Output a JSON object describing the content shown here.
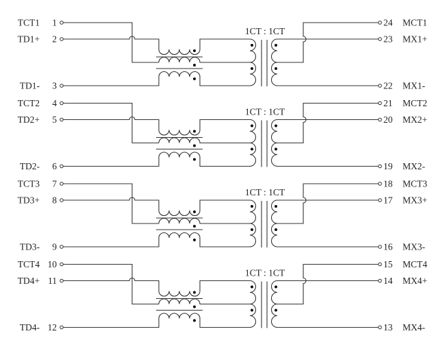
{
  "colors": {
    "line": "#333333",
    "text": "#222222",
    "background": "#ffffff"
  },
  "blocks": [
    {
      "ratio": "1CT : 1CT",
      "left": [
        {
          "name": "TCT1",
          "num": "1"
        },
        {
          "name": "TD1+",
          "num": "2"
        },
        {
          "name": "TD1-",
          "num": "3"
        }
      ],
      "right": [
        {
          "num": "24",
          "name": "MCT1"
        },
        {
          "num": "23",
          "name": "MX1+"
        },
        {
          "num": "22",
          "name": "MX1-"
        }
      ]
    },
    {
      "ratio": "1CT : 1CT",
      "left": [
        {
          "name": "TCT2",
          "num": "4"
        },
        {
          "name": "TD2+",
          "num": "5"
        },
        {
          "name": "TD2-",
          "num": "6"
        }
      ],
      "right": [
        {
          "num": "21",
          "name": "MCT2"
        },
        {
          "num": "20",
          "name": "MX2+"
        },
        {
          "num": "19",
          "name": "MX2-"
        }
      ]
    },
    {
      "ratio": "1CT : 1CT",
      "left": [
        {
          "name": "TCT3",
          "num": "7"
        },
        {
          "name": "TD3+",
          "num": "8"
        },
        {
          "name": "TD3-",
          "num": "9"
        }
      ],
      "right": [
        {
          "num": "18",
          "name": "MCT3"
        },
        {
          "num": "17",
          "name": "MX3+"
        },
        {
          "num": "16",
          "name": "MX3-"
        }
      ]
    },
    {
      "ratio": "1CT : 1CT",
      "left": [
        {
          "name": "TCT4",
          "num": "10"
        },
        {
          "name": "TD4+",
          "num": "11"
        },
        {
          "name": "TD4-",
          "num": "12"
        }
      ],
      "right": [
        {
          "num": "15",
          "name": "MCT4"
        },
        {
          "num": "14",
          "name": "MX4+"
        },
        {
          "num": "13",
          "name": "MX4-"
        }
      ]
    }
  ]
}
